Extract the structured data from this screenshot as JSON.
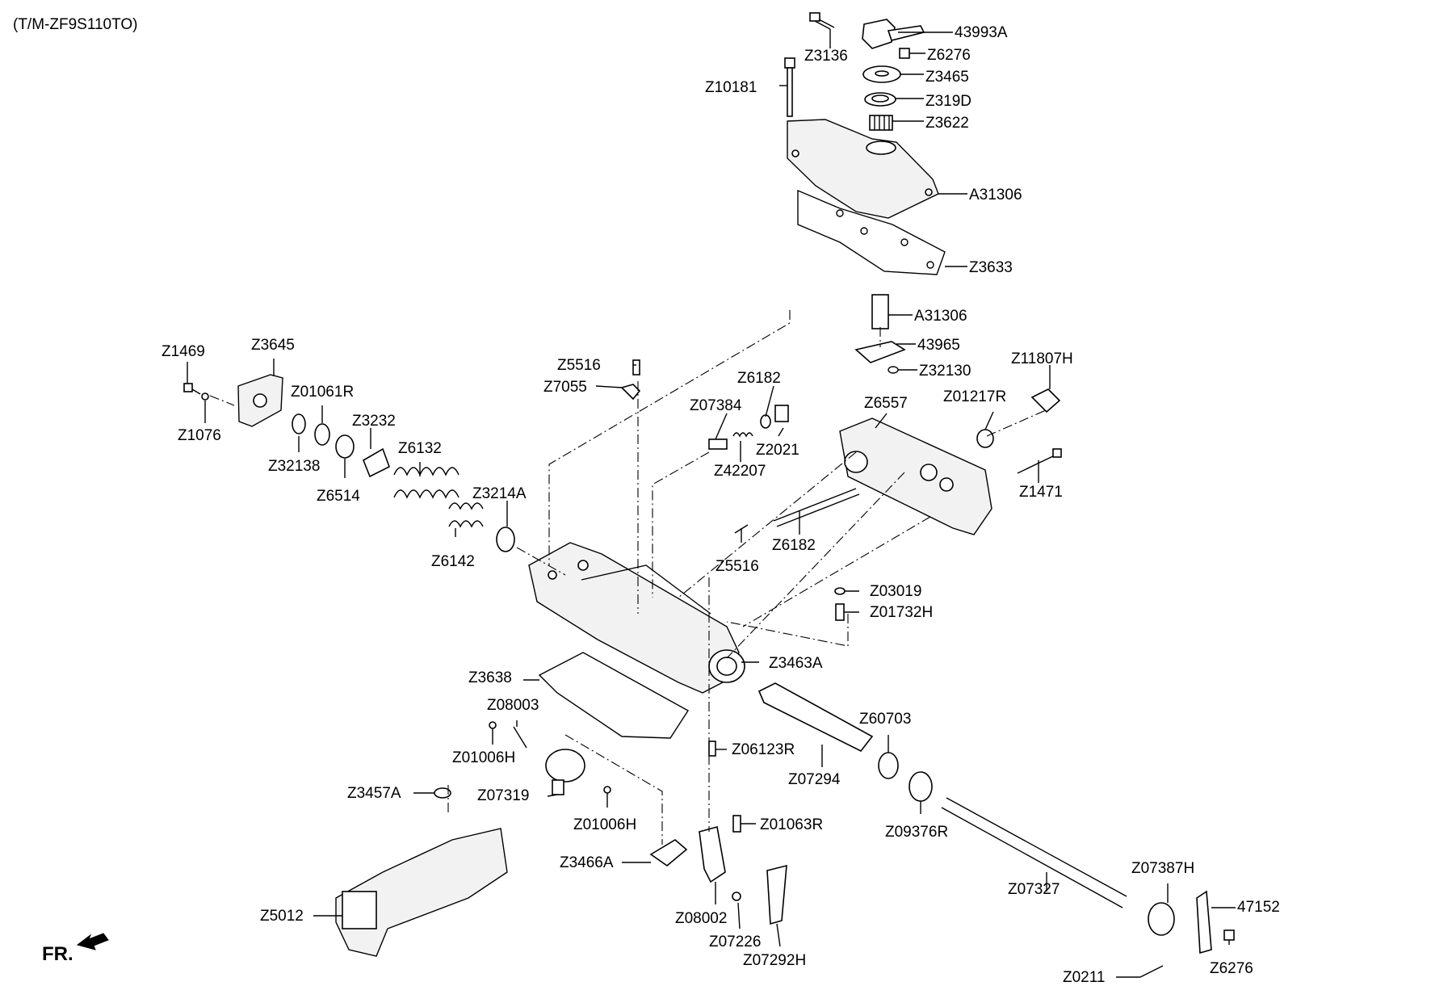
{
  "header": {
    "model": "(T/M-ZF9S110TO)"
  },
  "direction_marker": {
    "label": "FR."
  },
  "parts": [
    {
      "id": "p01",
      "label": "43993A"
    },
    {
      "id": "p02",
      "label": "Z3136"
    },
    {
      "id": "p03",
      "label": "Z6276"
    },
    {
      "id": "p04",
      "label": "Z3465"
    },
    {
      "id": "p05",
      "label": "Z10181"
    },
    {
      "id": "p06",
      "label": "Z319D"
    },
    {
      "id": "p07",
      "label": "Z3622"
    },
    {
      "id": "p08",
      "label": "A31306"
    },
    {
      "id": "p09",
      "label": "Z3633"
    },
    {
      "id": "p10",
      "label": "A31306"
    },
    {
      "id": "p11",
      "label": "43965"
    },
    {
      "id": "p12",
      "label": "Z32130"
    },
    {
      "id": "p13",
      "label": "Z11807H"
    },
    {
      "id": "p14",
      "label": "Z1469"
    },
    {
      "id": "p15",
      "label": "Z3645"
    },
    {
      "id": "p16",
      "label": "Z5516"
    },
    {
      "id": "p17",
      "label": "Z7055"
    },
    {
      "id": "p18",
      "label": "Z6182"
    },
    {
      "id": "p19",
      "label": "Z6557"
    },
    {
      "id": "p20",
      "label": "Z01217R"
    },
    {
      "id": "p21",
      "label": "Z01061R"
    },
    {
      "id": "p22",
      "label": "Z07384"
    },
    {
      "id": "p23",
      "label": "Z1076"
    },
    {
      "id": "p24",
      "label": "Z3232"
    },
    {
      "id": "p25",
      "label": "Z2021"
    },
    {
      "id": "p26",
      "label": "Z32138"
    },
    {
      "id": "p27",
      "label": "Z6132"
    },
    {
      "id": "p28",
      "label": "Z42207"
    },
    {
      "id": "p29",
      "label": "Z1471"
    },
    {
      "id": "p30",
      "label": "Z6514"
    },
    {
      "id": "p31",
      "label": "Z3214A"
    },
    {
      "id": "p32",
      "label": "Z6182"
    },
    {
      "id": "p33",
      "label": "Z6142"
    },
    {
      "id": "p34",
      "label": "Z5516"
    },
    {
      "id": "p35",
      "label": "Z03019"
    },
    {
      "id": "p36",
      "label": "Z01732H"
    },
    {
      "id": "p37",
      "label": "Z3463A"
    },
    {
      "id": "p38",
      "label": "Z3638"
    },
    {
      "id": "p39",
      "label": "Z08003"
    },
    {
      "id": "p40",
      "label": "Z60703"
    },
    {
      "id": "p41",
      "label": "Z01006H"
    },
    {
      "id": "p42",
      "label": "Z06123R"
    },
    {
      "id": "p43",
      "label": "Z07294"
    },
    {
      "id": "p44",
      "label": "Z3457A"
    },
    {
      "id": "p45",
      "label": "Z07319"
    },
    {
      "id": "p46",
      "label": "Z01006H"
    },
    {
      "id": "p47",
      "label": "Z01063R"
    },
    {
      "id": "p48",
      "label": "Z09376R"
    },
    {
      "id": "p49",
      "label": "Z3466A"
    },
    {
      "id": "p50",
      "label": "Z07387H"
    },
    {
      "id": "p51",
      "label": "Z07327"
    },
    {
      "id": "p52",
      "label": "47152"
    },
    {
      "id": "p53",
      "label": "Z5012"
    },
    {
      "id": "p54",
      "label": "Z08002"
    },
    {
      "id": "p55",
      "label": "Z07226"
    },
    {
      "id": "p56",
      "label": "Z6276"
    },
    {
      "id": "p57",
      "label": "Z07292H"
    },
    {
      "id": "p58",
      "label": "Z0211"
    }
  ]
}
